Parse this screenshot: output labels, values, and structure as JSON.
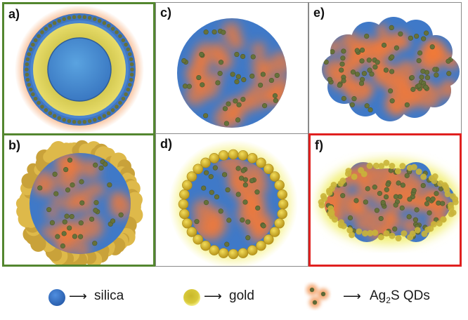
{
  "panels": [
    {
      "label": "a)",
      "frame": "green"
    },
    {
      "label": "c)",
      "frame": "none"
    },
    {
      "label": "e)",
      "frame": "none"
    },
    {
      "label": "b)",
      "frame": "green"
    },
    {
      "label": "d)",
      "frame": "none"
    },
    {
      "label": "f)",
      "frame": "red"
    }
  ],
  "legend": {
    "silica_label": "silica",
    "gold_label": "gold",
    "qd_label_main": "Ag",
    "qd_label_sub": "2",
    "qd_label_rest": "S QDs",
    "arrow": "⟶"
  },
  "colors": {
    "silica": "#3f79c8",
    "gold": "#d7c733",
    "qd_dot": "#66713a",
    "qd_glow": "#f07a3a",
    "green_frame": "#53862f",
    "red_frame": "#e0201f"
  }
}
